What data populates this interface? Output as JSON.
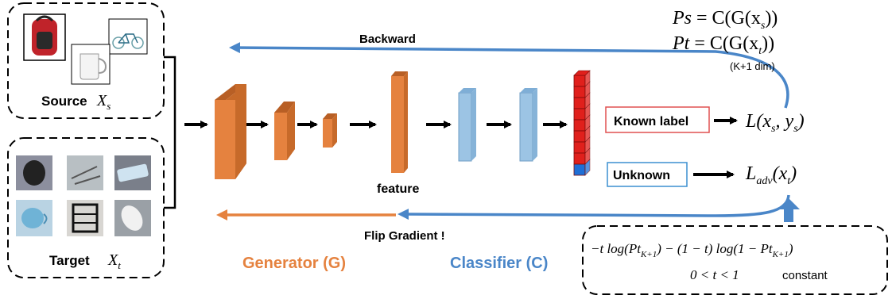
{
  "source": {
    "label": "Source",
    "symbol": "X",
    "subscript": "s"
  },
  "target": {
    "label": "Target",
    "symbol": "X",
    "subscript": "t"
  },
  "network": {
    "feature_label": "feature",
    "generator_label": "Generator (G)",
    "classifier_label": "Classifier (C)"
  },
  "arrows": {
    "backward_label": "Backward",
    "flip_label": "Flip Gradient !"
  },
  "labels": {
    "known_label": "Known label",
    "unknown_label": "Unknown"
  },
  "formulas": {
    "ps_lhs": "Ps",
    "ps_rhs": "= C(G(x",
    "ps_sub": "s",
    "ps_tail": "))",
    "pt_lhs": "Pt",
    "pt_rhs": "= C(G(x",
    "pt_sub": "t",
    "pt_tail": "))",
    "dim_note": "(K+1 dim)",
    "loss_known_head": "L(x",
    "loss_known_sub": "s",
    "loss_known_tail": ", y",
    "loss_known_sub2": "s",
    "loss_known_end": ")",
    "loss_adv_head": "L",
    "loss_adv_sub": "adv",
    "loss_adv_mid": "(x",
    "loss_adv_sub2": "t",
    "loss_adv_end": ")",
    "adv_formula": "−t log(Pt",
    "adv_formula_sub": "K+1",
    "adv_formula_mid": ") − (1 − t) log(1 − Pt",
    "adv_formula_sub2": "K+1",
    "adv_formula_end": ")",
    "constraint": "0 < t < 1",
    "constant_label": "constant"
  },
  "colors": {
    "orange": "#e5823f",
    "orange_dark": "#b85f25",
    "blue_layer": "#9cc4e4",
    "blue_arrow": "#4a86c8",
    "red_block": "#e0201c",
    "blue_block": "#1f6fd6",
    "known_border": "#e05050",
    "unknown_border": "#3b8fd0"
  },
  "icons": {
    "source_images": [
      "backpack-image",
      "bicycle-image",
      "mug-image"
    ],
    "target_images": [
      "backpack-photo",
      "bicycle-photo",
      "calculator-photo",
      "mug-photo",
      "shelf-photo",
      "mouse-photo"
    ]
  }
}
